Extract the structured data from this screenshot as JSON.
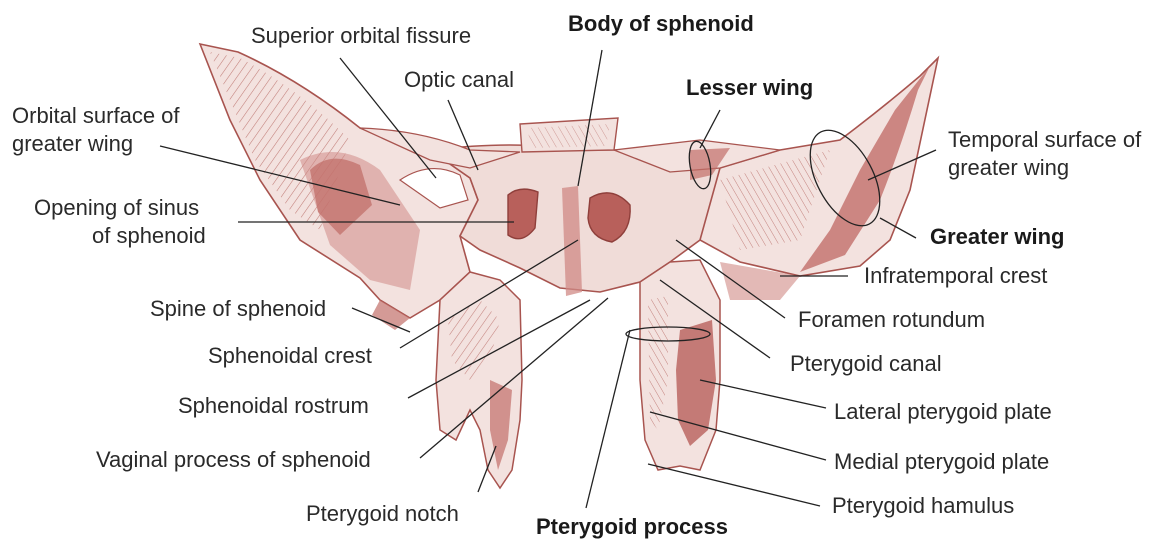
{
  "labels": {
    "superior_orbital_fissure": "Superior orbital fissure",
    "optic_canal": "Optic canal",
    "body_of_sphenoid": "Body of sphenoid",
    "lesser_wing": "Lesser wing",
    "orbital_surface_line1": "Orbital surface of",
    "orbital_surface_line2": "greater wing",
    "temporal_surface_line1": "Temporal surface of",
    "temporal_surface_line2": "greater wing",
    "opening_sinus_line1": "Opening of sinus",
    "opening_sinus_line2": "of sphenoid",
    "greater_wing": "Greater wing",
    "infratemporal_crest": "Infratemporal crest",
    "spine_of_sphenoid": "Spine of sphenoid",
    "foramen_rotundum": "Foramen rotundum",
    "sphenoidal_crest": "Sphenoidal crest",
    "pterygoid_canal": "Pterygoid canal",
    "sphenoidal_rostrum": "Sphenoidal rostrum",
    "lateral_pterygoid_plate": "Lateral pterygoid plate",
    "vaginal_process": "Vaginal process of sphenoid",
    "medial_pterygoid_plate": "Medial pterygoid plate",
    "pterygoid_hamulus": "Pterygoid hamulus",
    "pterygoid_notch": "Pterygoid notch",
    "pterygoid_process": "Pterygoid process"
  },
  "colors": {
    "bone_fill": "#f1dcd8",
    "bone_shade": "#c97a76",
    "bone_line": "#a8544f",
    "leader": "#222222"
  }
}
